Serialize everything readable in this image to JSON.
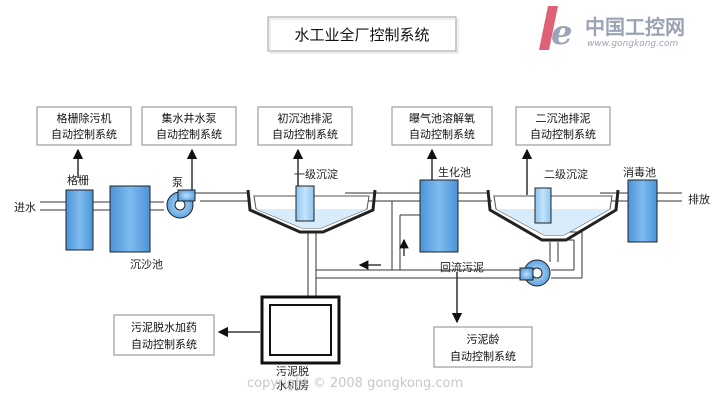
{
  "title": "水工业全厂控制系统",
  "logo": {
    "name": "中国工控网",
    "url": "www.gongkong.com",
    "mark": "e",
    "accent": "#d9455f"
  },
  "copyright": "copyright © 2008 gongkong.com",
  "control_boxes": {
    "grille": [
      "格栅除污机",
      "自动控制系统"
    ],
    "pump": [
      "集水井水泵",
      "自动控制系统"
    ],
    "primary": [
      "初沉池排泥",
      "自动控制系统"
    ],
    "aeration": [
      "曝气池溶解氧",
      "自动控制系统"
    ],
    "secondary": [
      "二沉池排泥",
      "自动控制系统"
    ],
    "dewater": [
      "污泥脱水加药",
      "自动控制系统"
    ],
    "sludge_age": [
      "污泥龄",
      "自动控制系统"
    ]
  },
  "labels": {
    "inlet": "进水",
    "grille": "格栅",
    "grit": "沉沙池",
    "pump": "泵",
    "primary": "一级沉淀",
    "bio": "生化池",
    "secondary": "二级沉淀",
    "disinfect": "消毒池",
    "outlet": "排放",
    "return": "回流污泥",
    "dewater_room": [
      "污泥脱",
      "水机房"
    ]
  },
  "colors": {
    "tank": "#5ea3e0",
    "tank_light": "#a9d3f5",
    "line": "#333333"
  }
}
